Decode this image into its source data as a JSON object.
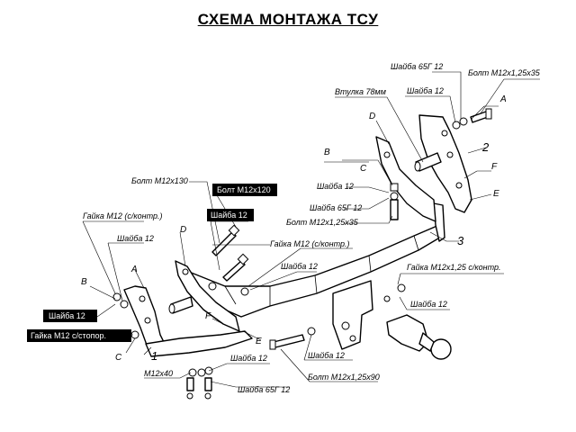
{
  "title": "СХЕМА МОНТАЖА ТСУ",
  "labels": {
    "shaiba_65g_12_top": "Шайба 65Г 12",
    "bolt_m12_35_top": "Болт М12х1,25х35",
    "shaiba_12_top": "Шайба 12",
    "vtulka": "Втулка 78мм",
    "shaiba_12_mid": "Шайба 12",
    "shaiba_65g_12_mid": "Шайба 65Г 12",
    "bolt_m12_35_mid": "Болт М12х1,25х35",
    "bolt_m12_130": "Болт М12х130",
    "bolt_m12_120": "Болт М12х120",
    "shaiba_12_boxed": "Шайба 12",
    "gaika_m12_kontr_left": "Гайка М12 (с/контр.)",
    "shaiba_12_left": "Шайба 12",
    "gaika_m12_kontr_mid": "Гайка М12 (с/контр.)",
    "shaiba_12_center": "Шайба 12",
    "gaika_m12_125_kontr": "Гайка М12х1,25 с/контр.",
    "shaiba_12_right": "Шайба 12",
    "shaiba_12_boxed_left": "Шайба 12",
    "gaika_m12_stopor": "Гайка М12 с/стопор.",
    "m12x40": "М12х40",
    "shaiba_12_bottom": "Шайба 12",
    "shaiba_65g_12_bottom": "Шайба 65Г 12",
    "shaiba_12_bottom_mid": "Шайба 12",
    "bolt_m12_90": "Болт М12х1,25х90"
  },
  "letters": {
    "A_right": "A",
    "D_right": "D",
    "B_right": "B",
    "C_right": "C",
    "F_right": "F",
    "E_right": "E",
    "D_left": "D",
    "A_left": "A",
    "B_left": "B",
    "C_left": "C",
    "F_left": "F",
    "E_left": "E"
  },
  "part_numbers": {
    "p1": "1",
    "p2": "2",
    "p3": "3"
  }
}
